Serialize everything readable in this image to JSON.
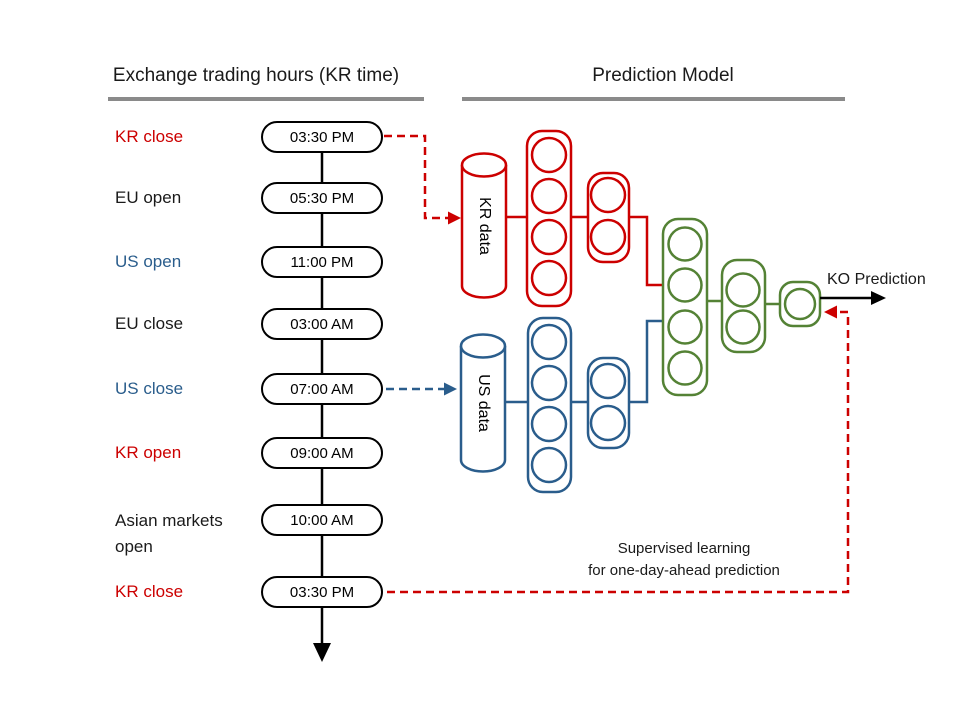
{
  "header": {
    "left_title": "Exchange trading hours (KR time)",
    "right_title": "Prediction Model"
  },
  "timeline": {
    "events": [
      {
        "label": "KR close",
        "time": "03:30 PM",
        "color": "red"
      },
      {
        "label": "EU open",
        "time": "05:30 PM",
        "color": "black"
      },
      {
        "label": "US open",
        "time": "11:00 PM",
        "color": "blue"
      },
      {
        "label": "EU close",
        "time": "03:00 AM",
        "color": "black"
      },
      {
        "label": "US close",
        "time": "07:00 AM",
        "color": "blue"
      },
      {
        "label": "KR open",
        "time": "09:00 AM",
        "color": "red"
      },
      {
        "label": "Asian markets open",
        "time": "10:00 AM",
        "color": "black"
      },
      {
        "label": "KR close",
        "time": "03:30 PM",
        "color": "red"
      }
    ]
  },
  "model": {
    "kr_input_label": "KR data",
    "us_input_label": "US data",
    "output_label": "KO Prediction",
    "annotation_line1": "Supervised learning",
    "annotation_line2": "for one-day-ahead prediction"
  },
  "colors": {
    "red": "#cc0000",
    "blue": "#2a5d8c",
    "green": "#548235",
    "gray_underline": "#8a8a8a"
  }
}
